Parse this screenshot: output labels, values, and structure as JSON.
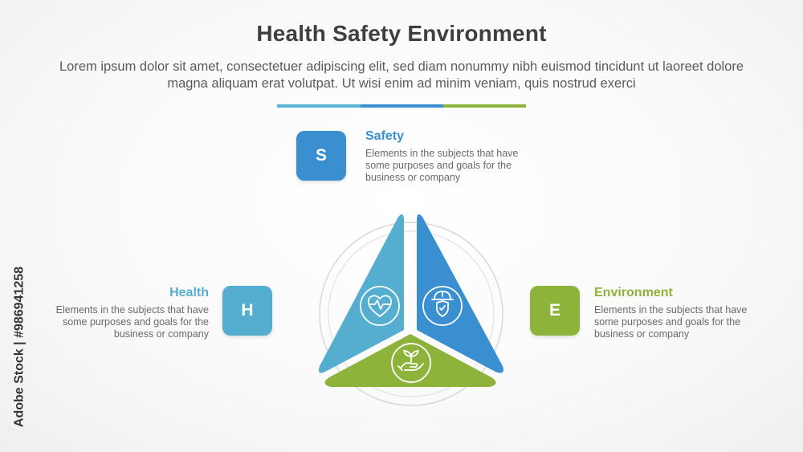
{
  "title": "Health Safety Environment",
  "subtitle": "Lorem ipsum dolor sit amet, consectetuer adipiscing elit, sed diam nonummy nibh euismod tincidunt ut laoreet dolore magna aliquam erat volutpat. Ut wisi enim ad minim veniam, quis nostrud exerci",
  "colors": {
    "safety": "#3a8fd0",
    "health": "#55aecf",
    "environment": "#8db33a",
    "divider": [
      "#5ab4d6",
      "#3a8fd0",
      "#8db33a"
    ]
  },
  "items": {
    "safety": {
      "letter": "S",
      "title": "Safety",
      "description": "Elements in the subjects that have some purposes and goals for the business or company",
      "icon": "hardhat-shield-icon"
    },
    "health": {
      "letter": "H",
      "title": "Health",
      "description": "Elements in the subjects that have some purposes and goals for the business or company",
      "icon": "heart-pulse-icon"
    },
    "environment": {
      "letter": "E",
      "title": "Environment",
      "description": "Elements in the subjects that have some purposes and goals for the business or company",
      "icon": "hand-plant-icon"
    }
  },
  "watermark": "Adobe Stock | #986941258"
}
